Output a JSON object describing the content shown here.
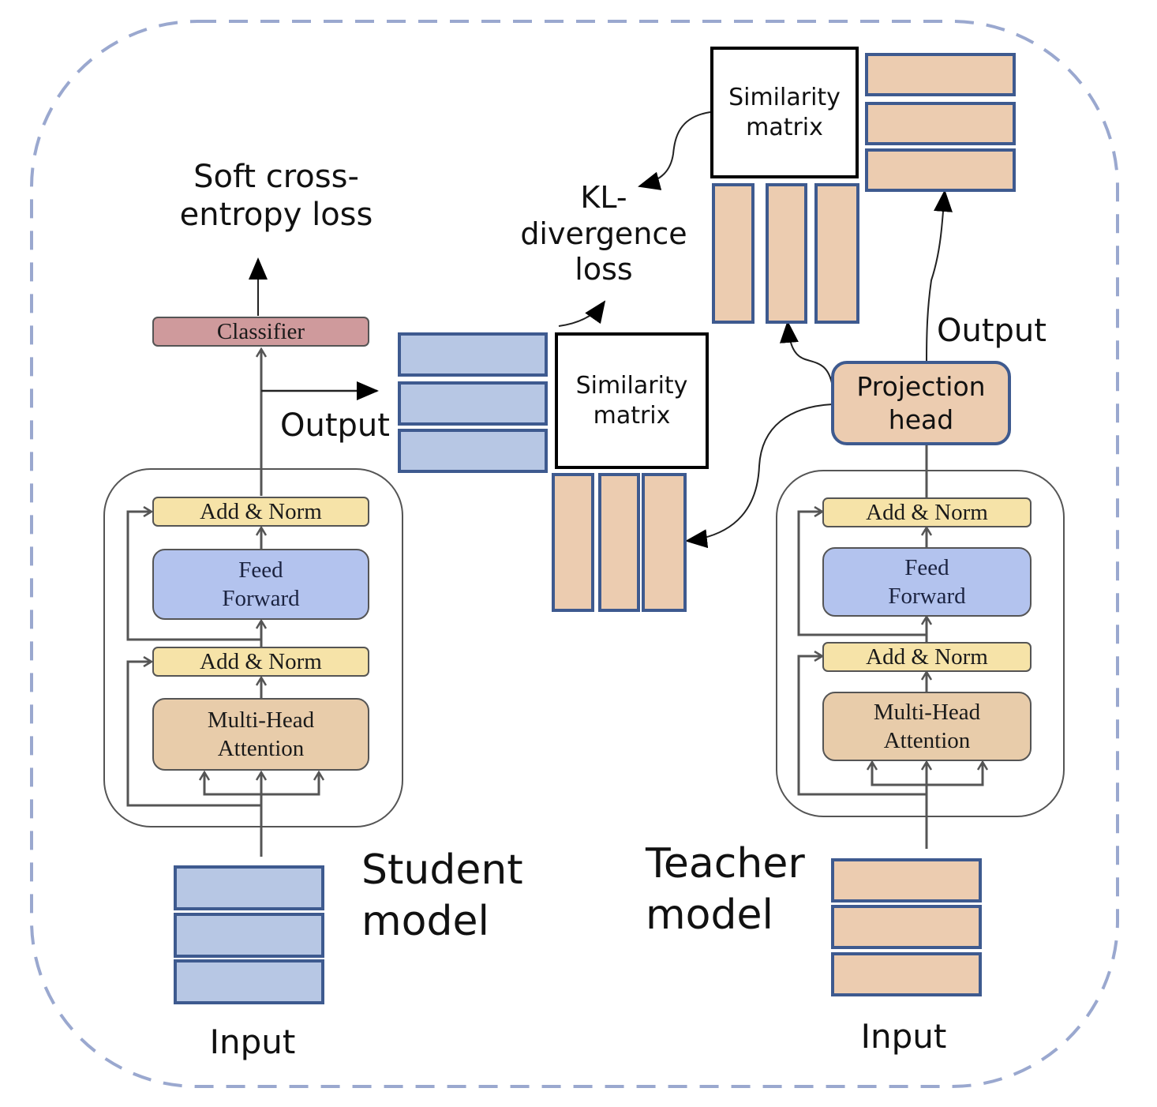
{
  "diagram": {
    "title": "Student-teacher distillation with similarity matrices",
    "colors": {
      "student_token": "#b7c7e4",
      "teacher_token": "#ecccb0",
      "token_border": "#3e5a8f",
      "add_norm": "#f6e3a8",
      "feed_forward": "#b3c3ee",
      "multi_head_attention": "#e8ccaa",
      "classifier": "#cf9a9c",
      "outer_dashed_border": "#9aa8cf"
    },
    "losses": {
      "soft_ce": "Soft cross-\nentropy loss",
      "kl": "KL-\ndivergence\nloss"
    },
    "student": {
      "label": "Student\nmodel",
      "input_label": "Input",
      "output_label": "Output",
      "classifier": "Classifier",
      "blocks": {
        "add_norm_top": "Add & Norm",
        "feed_forward": "Feed\nForward",
        "add_norm_bottom": "Add & Norm",
        "attention": "Multi-Head\nAttention"
      },
      "similarity_matrix": "Similarity\nmatrix"
    },
    "teacher": {
      "label": "Teacher\nmodel",
      "input_label": "Input",
      "output_label": "Output",
      "projection_head": "Projection\nhead",
      "blocks": {
        "add_norm_top": "Add & Norm",
        "feed_forward": "Feed\nForward",
        "add_norm_bottom": "Add & Norm",
        "attention": "Multi-Head\nAttention"
      },
      "similarity_matrix": "Similarity\nmatrix"
    }
  }
}
